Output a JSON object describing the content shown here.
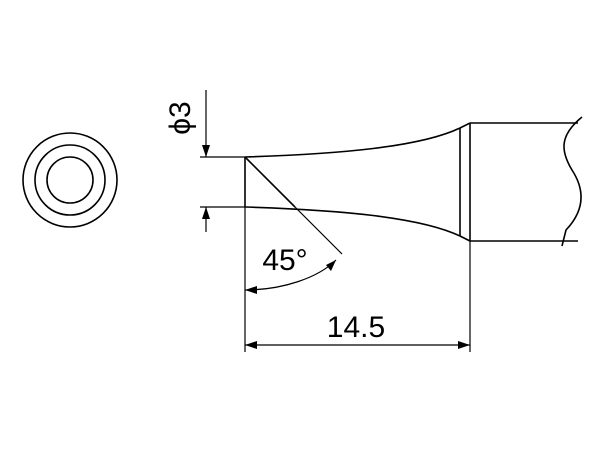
{
  "drawing": {
    "diameter_label": "ϕ3",
    "angle_label": "45°",
    "length_label": "14.5",
    "line_color": "#000000",
    "background_color": "#ffffff"
  }
}
